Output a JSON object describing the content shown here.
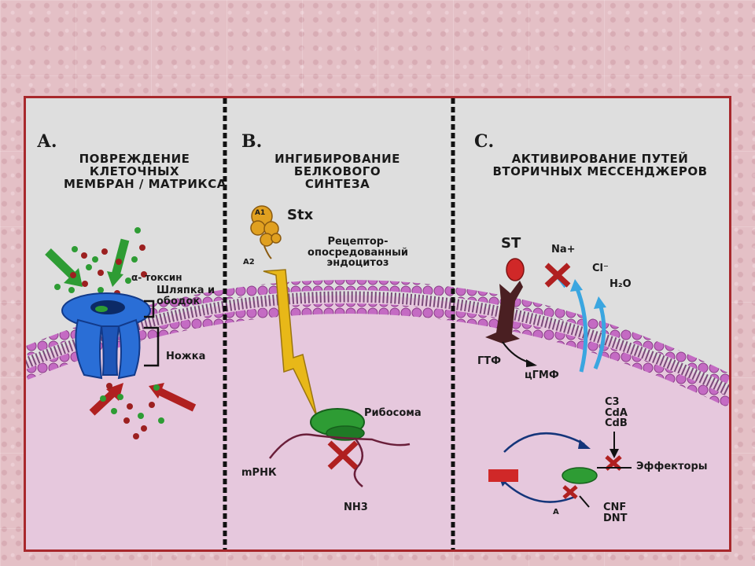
{
  "panelA": {
    "letter": "А.",
    "title": [
      "ПОВРЕЖДЕНИЕ",
      "КЛЕТОЧНЫХ",
      "МЕМБРАН / МАТРИКСА"
    ],
    "toxin": "α- токсин",
    "cap": [
      "Шляпка и",
      "ободок"
    ],
    "stem": "Ножка"
  },
  "panelB": {
    "letter": "В.",
    "title": [
      "ИНГИБИРОВАНИЕ",
      "БЕЛКОВОГО",
      "СИНТЕЗА"
    ],
    "stx": "Stx",
    "a2": "A2",
    "a1": "A1",
    "endocytosis": [
      "Рецептор-",
      "опосредованный",
      "эндоцитоз"
    ],
    "ribosome": "Рибосома",
    "mrna": "mРНК",
    "nh3": "NH3"
  },
  "panelC": {
    "letter": "С.",
    "title": [
      "АКТИВИРОВАНИЕ ПУТЕЙ",
      "ВТОРИЧНЫХ МЕССЕНДЖЕРОВ"
    ],
    "st": "ST",
    "na": "Na+",
    "cl": "Cl⁻",
    "h2o": "H₂O",
    "gtp": "ГТФ",
    "cgmp": "цГМФ",
    "toxins": [
      "C3",
      "CdA",
      "CdB"
    ],
    "effectors": "Эффекторы",
    "activators": [
      "CNF",
      "DNT"
    ],
    "a": "A"
  },
  "colors": {
    "frame": "#a8282c",
    "cell": "#e6c8dd",
    "membrane": "#c46bc3",
    "toxin_blue": "#2a6ed6",
    "green": "#2e9c34",
    "red": "#b02020",
    "arrow_yellow": "#e8b818",
    "ion_blue": "#3aa6e0",
    "receptor": "#4a1f22"
  }
}
